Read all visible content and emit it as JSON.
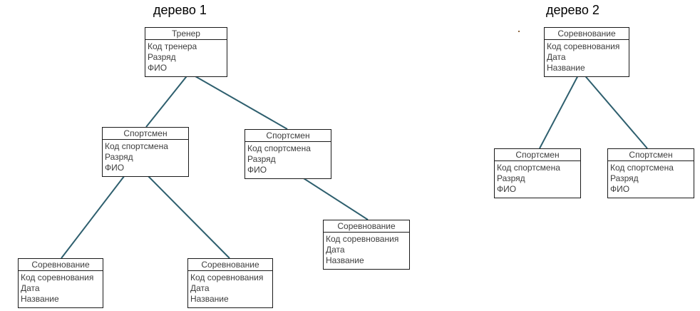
{
  "diagram": {
    "tree1": {
      "title": "дерево 1",
      "nodes": {
        "trainer": {
          "title": "Тренер",
          "fields": [
            "Код тренера",
            "Разряд",
            "ФИО"
          ]
        },
        "athlete_left": {
          "title": "Спортсмен",
          "fields": [
            "Код спортсмена",
            "Разряд",
            "ФИО"
          ]
        },
        "athlete_right": {
          "title": "Спортсмен",
          "fields": [
            "Код спортсмена",
            "Разряд",
            "ФИО"
          ]
        },
        "competition_left": {
          "title": "Соревнование",
          "fields": [
            "Код соревнования",
            "Дата",
            "Название"
          ]
        },
        "competition_middle": {
          "title": "Соревнование",
          "fields": [
            "Код соревнования",
            "Дата",
            "Название"
          ]
        },
        "competition_right": {
          "title": "Соревнование",
          "fields": [
            "Код соревнования",
            "Дата",
            "Название"
          ]
        }
      },
      "edges": [
        {
          "from": "trainer",
          "to": "athlete_left"
        },
        {
          "from": "trainer",
          "to": "athlete_right"
        },
        {
          "from": "athlete_left",
          "to": "competition_left"
        },
        {
          "from": "athlete_left",
          "to": "competition_middle"
        },
        {
          "from": "athlete_right",
          "to": "competition_right"
        }
      ]
    },
    "tree2": {
      "title": "дерево 2",
      "nodes": {
        "competition": {
          "title": "Соревнование",
          "fields": [
            "Код соревнования",
            "Дата",
            "Название"
          ]
        },
        "athlete_left": {
          "title": "Спортсмен",
          "fields": [
            "Код спортсмена",
            "Разряд",
            "ФИО"
          ]
        },
        "athlete_right": {
          "title": "Спортсмен",
          "fields": [
            "Код спортсмена",
            "Разряд",
            "ФИО"
          ]
        }
      },
      "edges": [
        {
          "from": "competition",
          "to": "athlete_left"
        },
        {
          "from": "competition",
          "to": "athlete_right"
        }
      ]
    },
    "colors": {
      "edge": "#2E5F6E",
      "box_border": "#1A1A1A",
      "box_text": "#3D3D3D",
      "title_text": "#000000"
    }
  }
}
